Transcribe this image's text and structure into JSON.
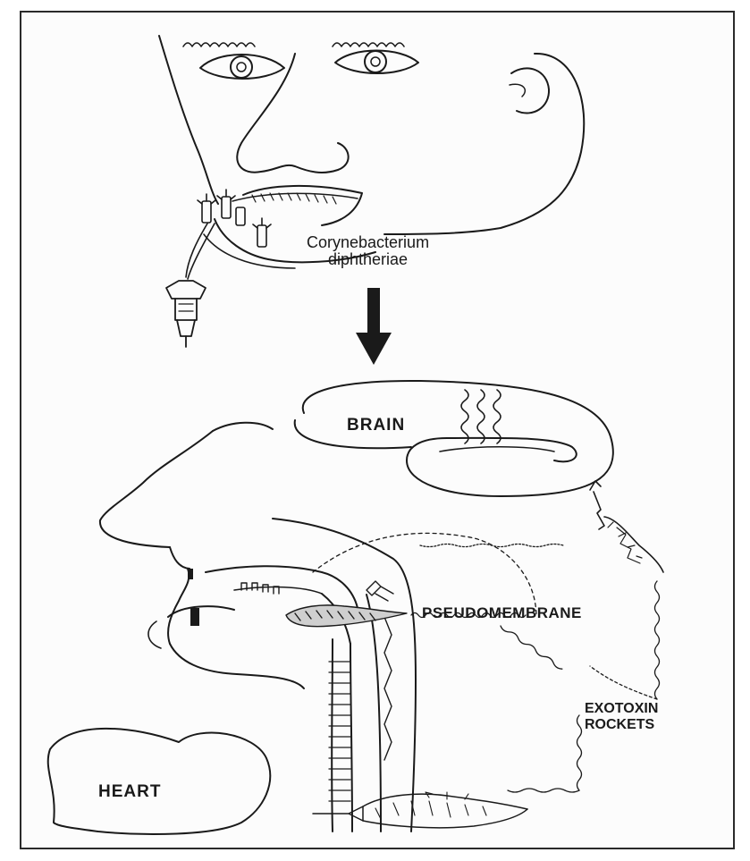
{
  "labels": {
    "bacterium_line1": "Corynebacterium",
    "bacterium_line2": "diphtheriae",
    "brain": "BRAIN",
    "pseudomembrane": "PSEUDOMEMBRANE",
    "exotoxin_line1": "EXOTOXIN",
    "exotoxin_line2": "ROCKETS",
    "heart": "HEART"
  },
  "colors": {
    "ink": "#1a1a1a",
    "paper": "#fcfcfc"
  }
}
